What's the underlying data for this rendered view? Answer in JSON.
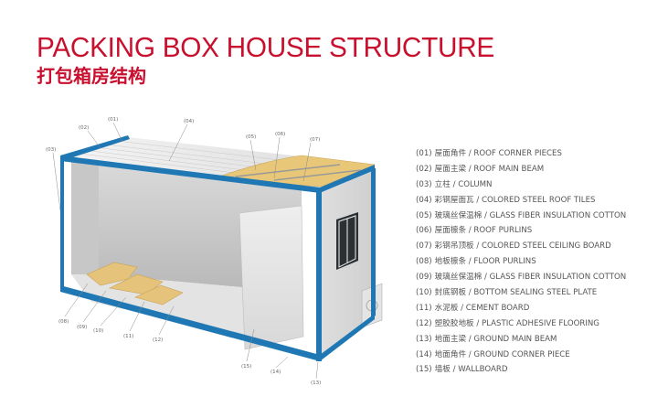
{
  "header": {
    "title": "PACKING BOX HOUSE STRUCTURE",
    "subtitle": "打包箱房结构"
  },
  "colors": {
    "title_red": "#c8102e",
    "frame_blue": "#1f78b4",
    "insulation_yellow": "#e8c878",
    "wall_grey": "#e6e6e6"
  },
  "callouts": [
    "(01)",
    "(02)",
    "(03)",
    "(04)",
    "(05)",
    "(06)",
    "(07)",
    "(08)",
    "(09)",
    "(10)",
    "(11)",
    "(12)",
    "(13)",
    "(14)",
    "(15)"
  ],
  "legend": [
    {
      "num": "(01)",
      "text": "屋面角件 / ROOF CORNER PIECES"
    },
    {
      "num": "(02)",
      "text": "屋面主梁 / ROOF MAIN BEAM"
    },
    {
      "num": "(03)",
      "text": "立柱 / COLUMN"
    },
    {
      "num": "(04)",
      "text": "彩钢屋面瓦 / COLORED STEEL ROOF TILES"
    },
    {
      "num": "(05)",
      "text": "玻璃丝保温棉 / GLASS FIBER INSULATION COTTON"
    },
    {
      "num": "(06)",
      "text": "屋面檩条 / ROOF PURLINS"
    },
    {
      "num": "(07)",
      "text": "彩钢吊顶板 / COLORED STEEL CEILING BOARD"
    },
    {
      "num": "(08)",
      "text": "地板檩条 / FLOOR PURLINS"
    },
    {
      "num": "(09)",
      "text": "玻璃丝保温棉 / GLASS FIBER INSULATION COTTON"
    },
    {
      "num": "(10)",
      "text": "封底钢板 / BOTTOM SEALING STEEL PLATE"
    },
    {
      "num": "(11)",
      "text": "水泥板 / CEMENT BOARD"
    },
    {
      "num": "(12)",
      "text": "塑胶胶地板 / PLASTIC ADHESIVE FLOORING"
    },
    {
      "num": "(13)",
      "text": "地面主梁 / GROUND MAIN BEAM"
    },
    {
      "num": "(14)",
      "text": "地面角件 / GROUND CORNER PIECE"
    },
    {
      "num": "(15)",
      "text": "墙板 / WALLBOARD"
    }
  ]
}
